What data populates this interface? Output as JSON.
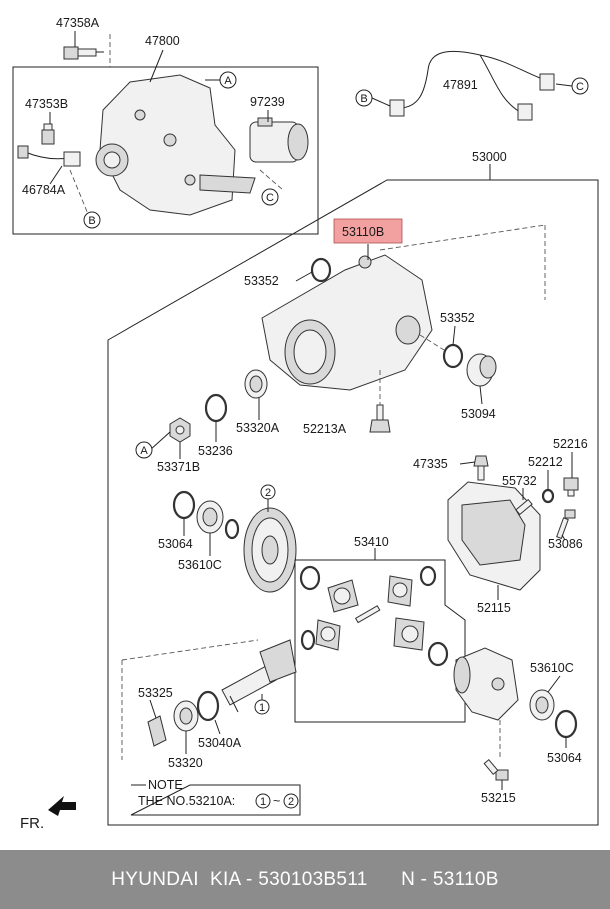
{
  "labels": {
    "l47358A": "47358A",
    "l47800": "47800",
    "l47353B": "47353B",
    "l97239": "97239",
    "l46784A": "46784A",
    "l47891": "47891",
    "l53000": "53000",
    "l53110B": "53110B",
    "l53352a": "53352",
    "l53352b": "53352",
    "l53320A": "53320A",
    "l52213A": "52213A",
    "l53094": "53094",
    "l53236": "53236",
    "l53371B": "53371B",
    "l47335": "47335",
    "l52216": "52216",
    "l52212": "52212",
    "l55732": "55732",
    "l53064a": "53064",
    "l53610Ca": "53610C",
    "l53086": "53086",
    "l53410": "53410",
    "l52115": "52115",
    "l53325": "53325",
    "l53040A": "53040A",
    "l53610Cb": "53610C",
    "l53320": "53320",
    "l53064b": "53064",
    "l53215": "53215"
  },
  "callouts": {
    "A": "A",
    "B": "B",
    "C": "C",
    "one": "1",
    "two": "2"
  },
  "note": {
    "title": "NOTE",
    "text_prefix": "THE NO.53210A: ",
    "range_start": "1",
    "tilde": "~",
    "range_end": "2"
  },
  "fr_label": "FR.",
  "highlight_color": "#f2a0a0",
  "footer_text": "HYUNDAI  KIA - 530103B511      N - 53110B"
}
